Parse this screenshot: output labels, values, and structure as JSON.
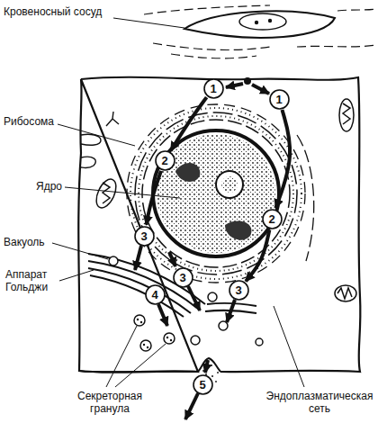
{
  "diagram": {
    "nodes": [
      {
        "text": [
          "1"
        ]
      },
      {
        "text": [
          "1"
        ]
      },
      {
        "text": [
          "2"
        ]
      },
      {
        "text": [
          "2"
        ]
      },
      {
        "text": [
          "3"
        ]
      },
      {
        "text": [
          "3"
        ]
      },
      {
        "text": [
          "3"
        ]
      },
      {
        "text": [
          "4"
        ]
      },
      {
        "text": [
          "5"
        ]
      }
    ],
    "edges": [
      {
        "from": 0,
        "to": 2,
        "arrow": "to"
      },
      {
        "from": 2,
        "to": 4,
        "arrow": "to"
      },
      {
        "from": 1,
        "to": 3,
        "arrow": "to"
      },
      {
        "from": 3,
        "to": 6,
        "arrow": "to"
      }
    ],
    "labels": [
      "Кровеносный сосуд",
      "Рибосома",
      "Ядро",
      "Вакуоль",
      "Аппарат Гольджи",
      "Секреторная гранула",
      "Эндоплазматическая сеть"
    ]
  }
}
